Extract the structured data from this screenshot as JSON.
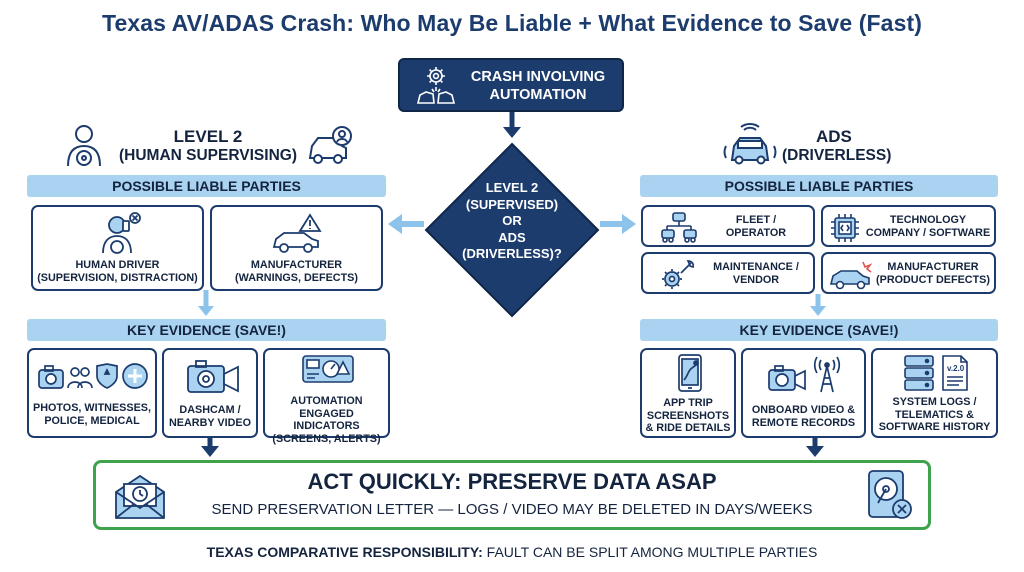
{
  "title": "Texas AV/ADAS Crash: Who May Be Liable + What Evidence to Save (Fast)",
  "start_node": {
    "line1": "CRASH INVOLVING",
    "line2": "AUTOMATION",
    "icons": [
      "gear-icon",
      "crashed-cars-icon"
    ]
  },
  "decision": {
    "l1": "LEVEL 2",
    "l2": "(SUPERVISED)",
    "l3": "OR",
    "l4": "ADS",
    "l5": "(DRIVERLESS)?"
  },
  "left": {
    "heading": "LEVEL 2",
    "subheading": "(HUMAN SUPERVISING)",
    "parties_banner": "POSSIBLE LIABLE PARTIES",
    "parties": [
      {
        "l1": "HUMAN DRIVER",
        "l2": "(SUPERVISION, DISTRACTION)",
        "icon": "distracted-driver-icon"
      },
      {
        "l1": "MANUFACTURER",
        "l2": "(WARNINGS, DEFECTS)",
        "icon": "car-warning-icon"
      }
    ],
    "evidence_banner": "KEY EVIDENCE (SAVE!)",
    "evidence": [
      {
        "l1": "PHOTOS, WITNESSES,",
        "l2": "POLICE, MEDICAL",
        "icon": "camera-witness-police-medical-icon"
      },
      {
        "l1": "DASHCAM /",
        "l2": "NEARBY VIDEO",
        "icon": "video-camera-icon"
      },
      {
        "l1": "AUTOMATION",
        "l2": "ENGAGED INDICATORS",
        "l3": "(SCREENS, ALERTS)",
        "icon": "dashboard-display-icon"
      }
    ]
  },
  "right": {
    "heading": "ADS",
    "subheading": "(DRIVERLESS)",
    "parties_banner": "POSSIBLE LIABLE PARTIES",
    "parties": [
      {
        "l1": "FLEET /",
        "l2": "OPERATOR",
        "icon": "fleet-network-icon"
      },
      {
        "l1": "TECHNOLOGY",
        "l2": "COMPANY / SOFTWARE",
        "icon": "chip-icon"
      },
      {
        "l1": "MAINTENANCE /",
        "l2": "VENDOR",
        "icon": "wrench-gear-icon"
      },
      {
        "l1": "MANUFACTURER",
        "l2": "(PRODUCT DEFECTS)",
        "icon": "car-crash-icon"
      }
    ],
    "evidence_banner": "KEY EVIDENCE (SAVE!)",
    "evidence": [
      {
        "l1": "APP TRIP",
        "l2": "SCREENSHOTS",
        "l3": "& RIDE DETAILS",
        "icon": "phone-map-icon"
      },
      {
        "l1": "ONBOARD VIDEO &",
        "l2": "REMOTE RECORDS",
        "icon": "camera-antenna-icon"
      },
      {
        "l1": "SYSTEM LOGS /",
        "l2": "TELEMATICS &",
        "l3": "SOFTWARE HISTORY",
        "icon": "server-document-icon"
      }
    ]
  },
  "final": {
    "title": "ACT QUICKLY: PRESERVE DATA ASAP",
    "subtitle": "SEND PRESERVATION LETTER — LOGS / VIDEO MAY BE DELETED IN DAYS/WEEKS",
    "icons": [
      "envelope-clock-icon",
      "hard-drive-delete-icon"
    ]
  },
  "footer": {
    "bold": "TEXAS COMPARATIVE RESPONSIBILITY:",
    "rest": " FAULT CAN BE SPLIT AMONG MULTIPLE PARTIES"
  },
  "colors": {
    "navy": "#1d3c6e",
    "light_blue": "#a9d3f0",
    "arrow_blue": "#8cc3ea",
    "green": "#3fa24c",
    "icon_blue": "#2e7fc6"
  }
}
